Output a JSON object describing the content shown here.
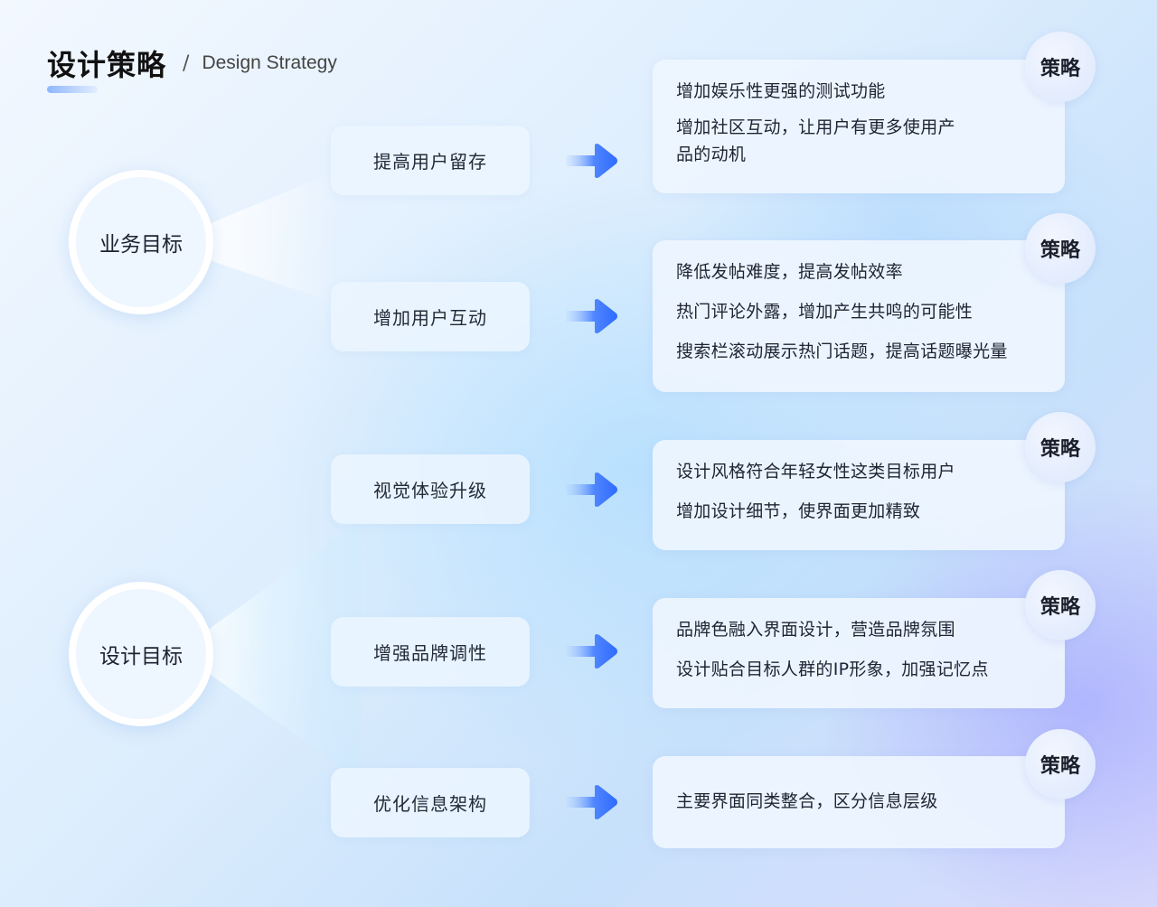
{
  "header": {
    "title": "设计策略",
    "separator": "/",
    "subtitle": "Design Strategy"
  },
  "goals": [
    {
      "label": "业务目标"
    },
    {
      "label": "设计目标"
    }
  ],
  "targets": [
    {
      "label": "提高用户留存"
    },
    {
      "label": "增加用户互动"
    },
    {
      "label": "视觉体验升级"
    },
    {
      "label": "增强品牌调性"
    },
    {
      "label": "优化信息架构"
    }
  ],
  "strategies": [
    {
      "badge": "策略",
      "lines": [
        "增加娱乐性更强的测试功能",
        "增加社区互动，让用户有更多使用产",
        "品的动机"
      ]
    },
    {
      "badge": "策略",
      "lines": [
        "降低发帖难度，提高发帖效率",
        "热门评论外露，增加产生共鸣的可能性",
        "搜索栏滚动展示热门话题，提高话题曝光量"
      ]
    },
    {
      "badge": "策略",
      "lines": [
        "设计风格符合年轻女性这类目标用户",
        "增加设计细节，使界面更加精致"
      ]
    },
    {
      "badge": "策略",
      "lines": [
        "品牌色融入界面设计，营造品牌氛围",
        "设计贴合目标人群的IP形象，加强记忆点"
      ]
    },
    {
      "badge": "策略",
      "lines": [
        "主要界面同类整合，区分信息层级"
      ]
    }
  ],
  "colors": {
    "arrow": "#2f6bff",
    "badge_text": "#1a1f2c",
    "card_bg": "#eef5ff"
  }
}
